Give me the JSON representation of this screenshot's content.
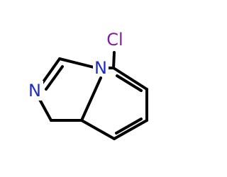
{
  "molecule": {
    "atoms": [
      {
        "id": "cl",
        "label": "Cl",
        "color": "#7F1F9F"
      },
      {
        "id": "n_bridge",
        "label": "N",
        "color": "#1E2EBE"
      },
      {
        "id": "n_ring",
        "label": "N",
        "color": "#1E2EBE"
      }
    ],
    "bond_color": "#000000"
  }
}
